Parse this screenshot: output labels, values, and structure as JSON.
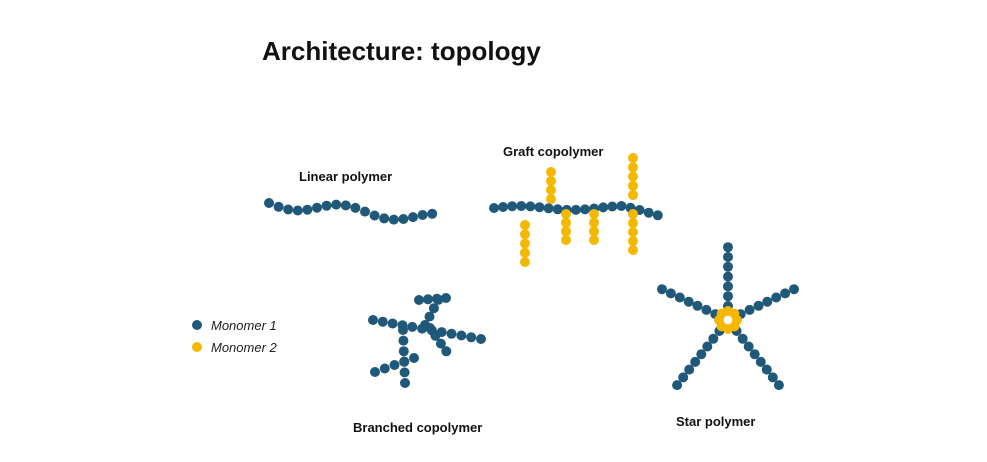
{
  "title": "Architecture:  topology",
  "labels": {
    "linear": "Linear polymer",
    "graft": "Graft copolymer",
    "branched": "Branched copolymer",
    "star": "Star polymer"
  },
  "legend": {
    "monomer1": {
      "label": "Monomer 1",
      "color": "#1f5878"
    },
    "monomer2": {
      "label": "Monomer 2",
      "color": "#f5b800"
    }
  }
}
